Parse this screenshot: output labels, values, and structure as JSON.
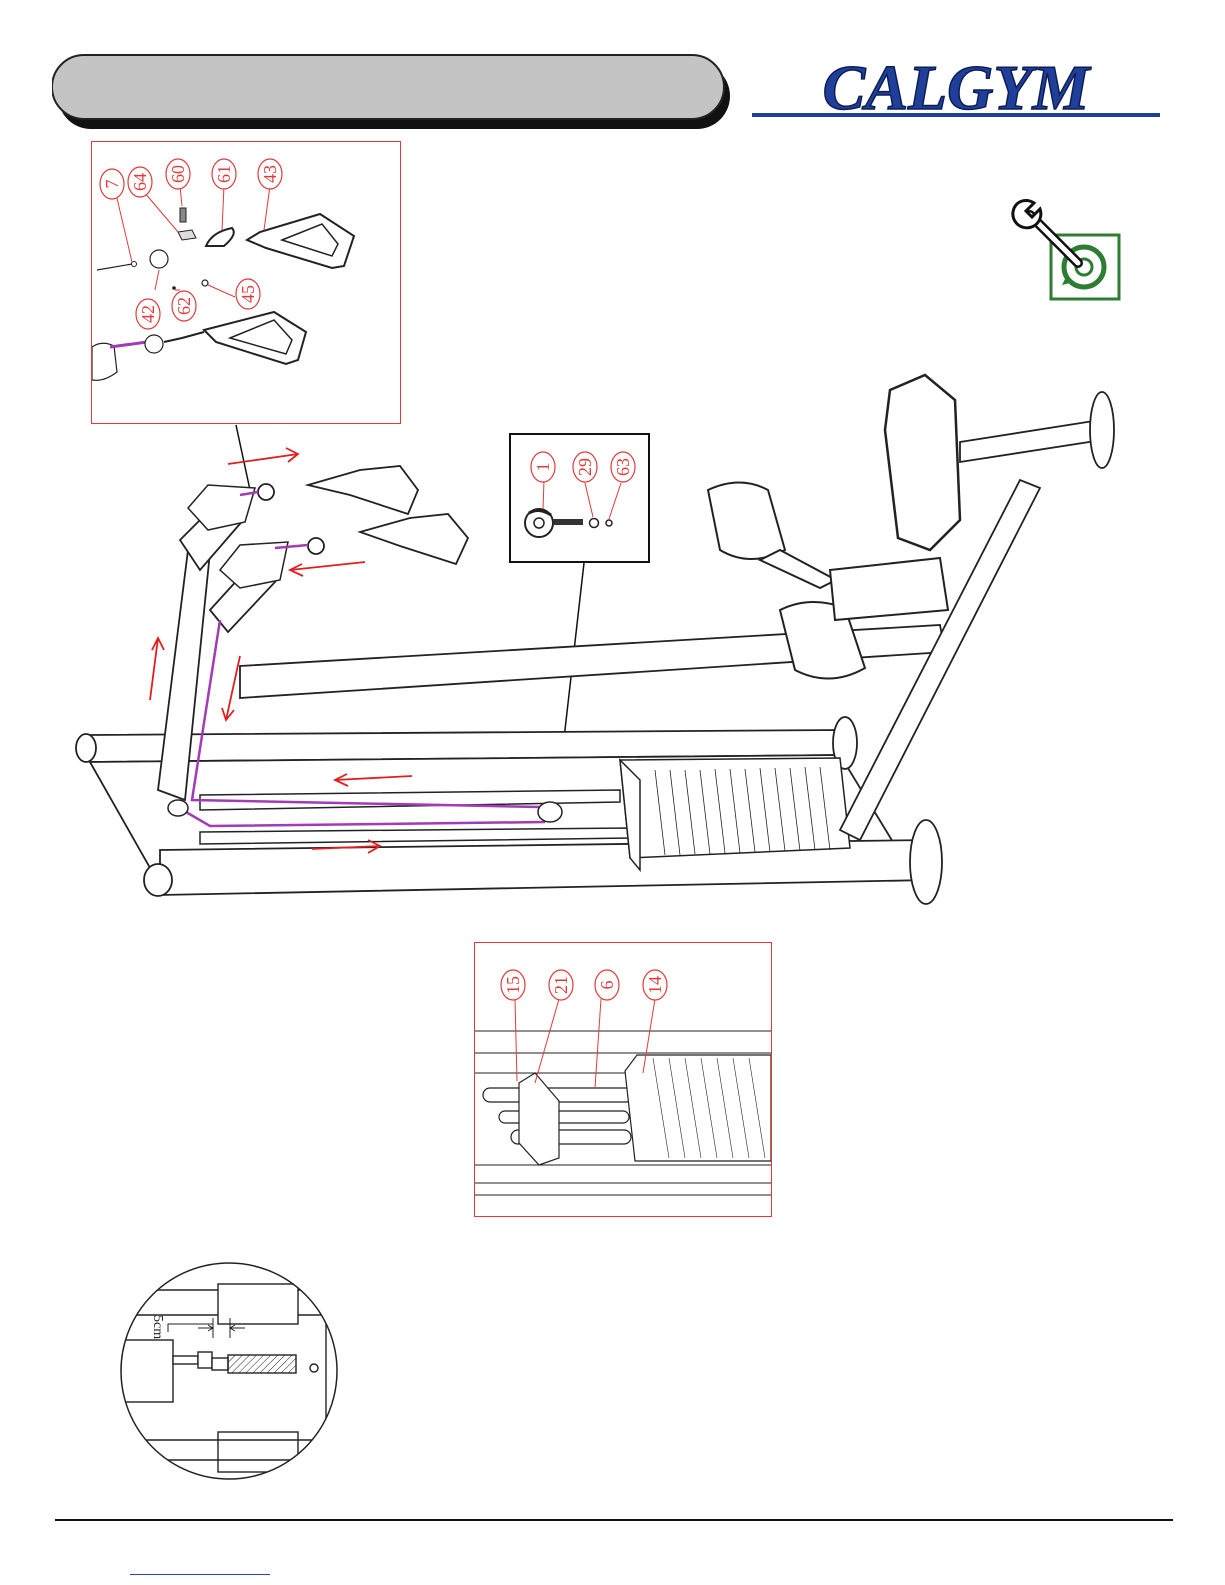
{
  "brand": {
    "logo_text": "CALGYM",
    "logo_color": "#1f3f9a",
    "logo_outline": "#0d1e55"
  },
  "colors": {
    "callout_red": "#e03a3a",
    "cable_purple": "#a23bb5",
    "tool_green": "#2e7d32",
    "arrow_red": "#e02020"
  },
  "callouts": {
    "handle_detail": {
      "labels": [
        "7",
        "64",
        "60",
        "61",
        "43",
        "42",
        "62",
        "45"
      ]
    },
    "pulley_detail": {
      "labels": [
        "1",
        "29",
        "63"
      ]
    },
    "weight_stack_detail": {
      "labels": [
        "15",
        "21",
        "6",
        "14"
      ]
    }
  },
  "dimension_detail": {
    "label": "5cm"
  },
  "icons": {
    "tool": "wrench-torque-icon"
  }
}
